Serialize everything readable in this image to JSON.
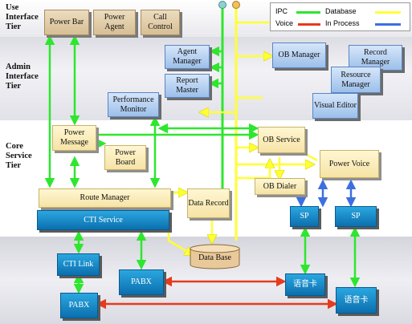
{
  "tiers": {
    "use": "Use Interface Tier",
    "admin": "Admin Interface Tier",
    "core": "Core Service Tier"
  },
  "legend": {
    "ipc": "IPC",
    "database": "Database",
    "voice": "Voice",
    "in_process": "In Process",
    "colors": {
      "ipc": "#2ee62e",
      "database": "#ffff33",
      "voice": "#e63b1e",
      "in_process": "#3d6fe0"
    }
  },
  "nodes": {
    "power_bar": "Power Bar",
    "power_agent": "Power Agent",
    "call_control": "Call Control",
    "agent_manager": "Agent Manager",
    "ob_manager": "OB Manager",
    "record_manager": "Record Manager",
    "resource_manager": "Resource Manager",
    "report_master": "Report Master",
    "visual_editor": "Visual Editor",
    "performance_monitor": "Performance Monitor",
    "power_message": "Power Message",
    "power_board": "Power Board",
    "ob_service": "OB Service",
    "power_voice": "Power Voice",
    "ob_dialer": "OB Dialer",
    "route_manager": "Route Manager",
    "cti_service": "CTI Service",
    "data_record": "Data Record",
    "sp1": "SP",
    "sp2": "SP",
    "data_base": "Data Base",
    "cti_link": "CTI Link",
    "pabx_left": "PABX",
    "pabx_center": "PABX",
    "voice_card_1": "语音卡",
    "voice_card_2": "语音卡"
  }
}
